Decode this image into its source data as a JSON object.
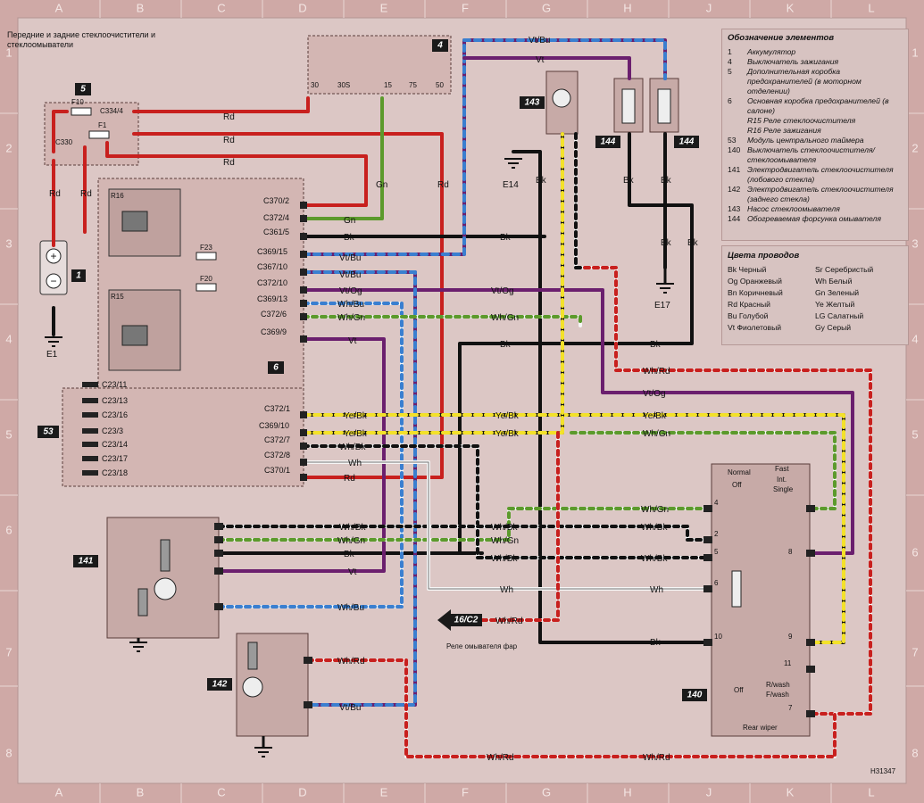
{
  "title": "Передние и задние стеклоочистители и стеклоомыватели",
  "grid": {
    "columns": [
      "A",
      "B",
      "C",
      "D",
      "E",
      "F",
      "G",
      "H",
      "J",
      "K",
      "L"
    ],
    "rows": [
      "1",
      "2",
      "3",
      "4",
      "5",
      "6",
      "7",
      "8"
    ]
  },
  "components": {
    "c1": "1",
    "c4": "4",
    "c5": "5",
    "c6": "6",
    "c53": "53",
    "c140": "140",
    "c141": "141",
    "c142": "142",
    "c143": "143",
    "c144": "144",
    "ref": "16/C2"
  },
  "grounds": {
    "e1": "E1",
    "e14": "E14",
    "e17": "E17"
  },
  "legend": {
    "title": "Обозначение элементов",
    "items": [
      {
        "num": "1",
        "text": "Аккумулятор"
      },
      {
        "num": "4",
        "text": "Выключатель зажигания"
      },
      {
        "num": "5",
        "text": "Дополнительная коробка предохранителей (в моторном отделении)"
      },
      {
        "num": "6",
        "text": "Основная коробка предохранителей (в салоне)"
      },
      {
        "num": "",
        "text": "R15 Реле стеклоочистителя"
      },
      {
        "num": "",
        "text": "R16 Реле зажигания"
      },
      {
        "num": "53",
        "text": "Модуль центрального таймера"
      },
      {
        "num": "140",
        "text": "Выключатель стеклоочистителя/стеклоомывателя"
      },
      {
        "num": "141",
        "text": "Электродвигатель стеклоочистителя (лобового стекла)"
      },
      {
        "num": "142",
        "text": "Электродвигатель стеклоочистителя (заднего стекла)"
      },
      {
        "num": "143",
        "text": "Насос стеклоомывателя"
      },
      {
        "num": "144",
        "text": "Обогреваемая форсунка омывателя"
      }
    ]
  },
  "wire_colors": {
    "title": "Цвета проводов",
    "items": [
      "Bk Черный",
      "Sr Серебристый",
      "Og Оранжевый",
      "Wh Белый",
      "Bn Коричневый",
      "Gn Зеленый",
      "Rd Красный",
      "Ye Желтый",
      "Bu Голубой",
      "LG Салатный",
      "Vt Фиолетовый",
      "Gy Серый"
    ]
  },
  "ignition": {
    "t30": "30",
    "t30s": "30S",
    "t15": "15",
    "t75": "75",
    "t50": "50"
  },
  "fuses": {
    "f10": "F10",
    "f1": "F1",
    "c334": "C334/4",
    "c330": "C330",
    "f23": "F23",
    "f20": "F20",
    "r16": "R16",
    "r15": "R15"
  },
  "fusebox_pins": [
    "C370/2",
    "C372/4",
    "C361/5",
    "C369/15",
    "C367/10",
    "C372/10",
    "C369/13",
    "C372/6",
    "C369/9",
    "C372/1",
    "C369/10",
    "C372/7",
    "C372/8",
    "C370/1"
  ],
  "timer_pins": [
    "C23/11",
    "C23/13",
    "C23/16",
    "C23/3",
    "C23/14",
    "C23/17",
    "C23/18"
  ],
  "wires": {
    "rd": "Rd",
    "gn": "Gn",
    "bk": "Bk",
    "vtbu": "Vt/Bu",
    "vt": "Vt",
    "vtog": "Vt/Og",
    "whbu": "Wh/Bu",
    "whgn": "Wh/Gn",
    "yebk": "Ye/Bk",
    "whbk": "Wh/Bk",
    "wh": "Wh",
    "whrd": "Wh/Rd"
  },
  "switch140": {
    "normal": "Normal",
    "off": "Off",
    "fast": "Fast",
    "int": "Int.",
    "single": "Single",
    "rwash": "R/wash",
    "fwash": "F/wash",
    "off2": "Off",
    "rear": "Rear wiper",
    "pins": [
      "4",
      "2",
      "5",
      "6",
      "8",
      "10",
      "9",
      "11",
      "7"
    ]
  },
  "relay_note": "Реле омывателя фар",
  "code": "Н31347",
  "colors": {
    "rd": "#c8201e",
    "bk": "#111111",
    "gn": "#5c9a2c",
    "vt": "#6b1f6e",
    "bu": "#3a7fd0",
    "wh": "#f6f6f6",
    "ye": "#f3e12a",
    "og": "#d9882b",
    "box": "#d3b6b3",
    "dash": "#5a3c3a",
    "badge": "#1a1a1a"
  }
}
